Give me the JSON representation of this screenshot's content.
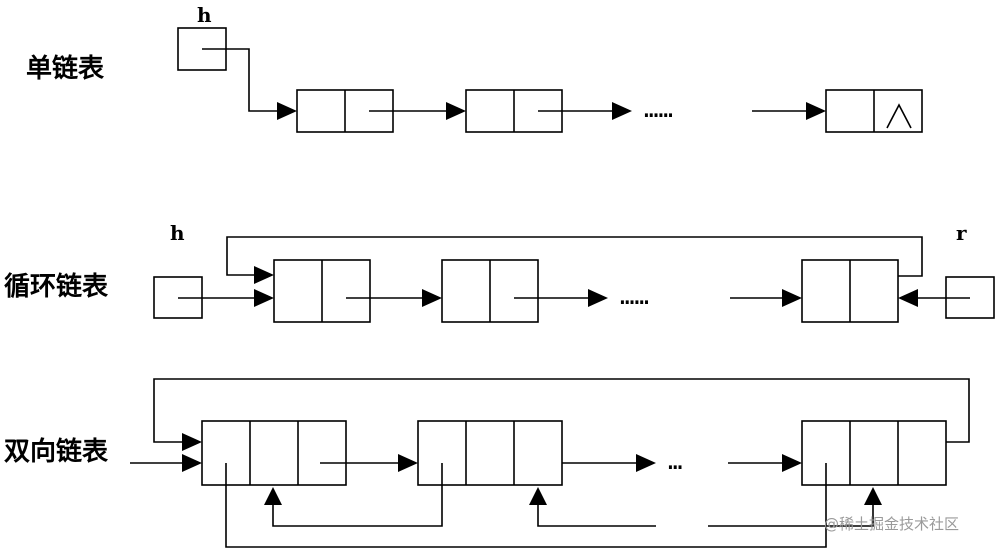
{
  "sections": {
    "singly_linked": {
      "label": "单链表",
      "head_pointer": "h",
      "ellipsis": "……",
      "null_symbol": "∧"
    },
    "circular_linked": {
      "label": "循环链表",
      "head_pointer": "h",
      "rear_pointer": "r",
      "ellipsis": "……"
    },
    "doubly_linked": {
      "label": "双向链表",
      "ellipsis": "…"
    }
  },
  "watermark": "@稀土掘金技术社区"
}
